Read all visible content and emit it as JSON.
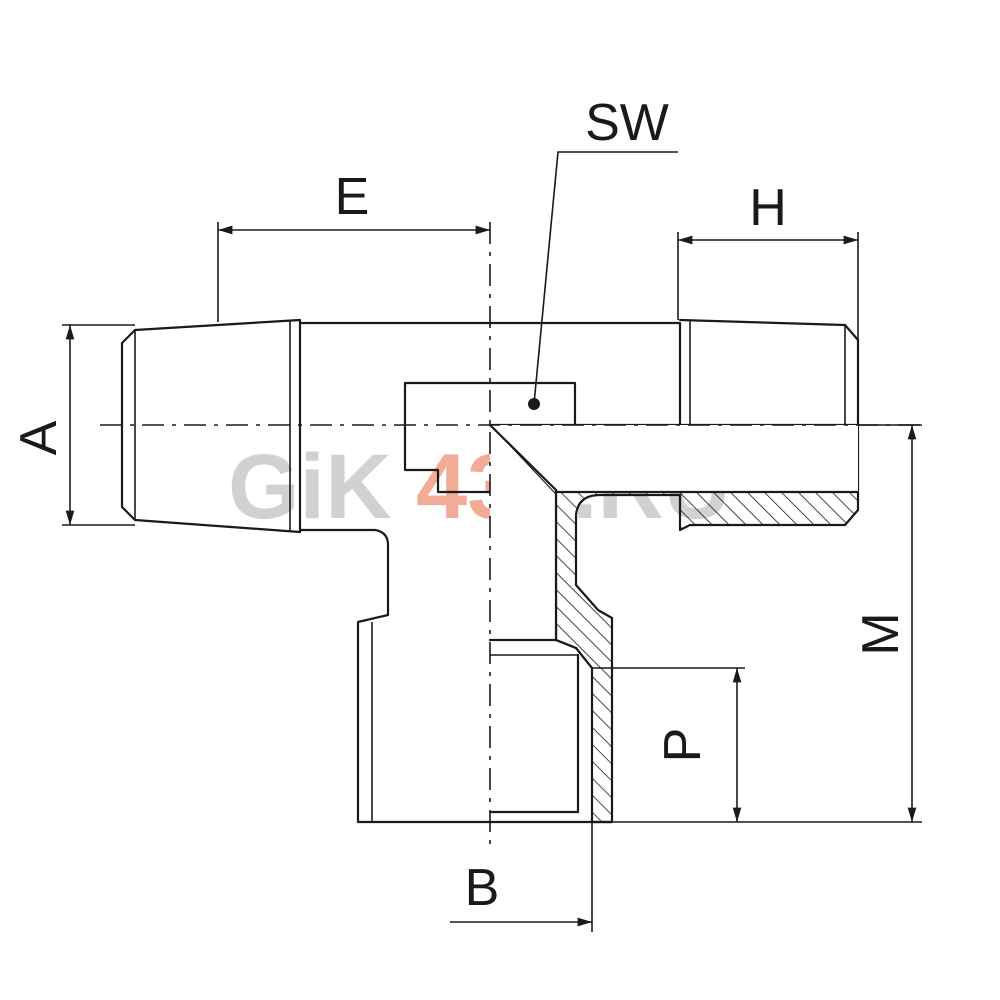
{
  "labels": {
    "sw": "SW",
    "e": "E",
    "h": "H",
    "a": "A",
    "m": "M",
    "p": "P",
    "b": "B"
  },
  "watermark": {
    "part1": "GiK",
    "part2": "43",
    "part3": ".RU",
    "grey_color": "#9a9a9a",
    "red_color": "#e8663d"
  },
  "colors": {
    "line": "#1a1a1a",
    "background": "#ffffff"
  }
}
